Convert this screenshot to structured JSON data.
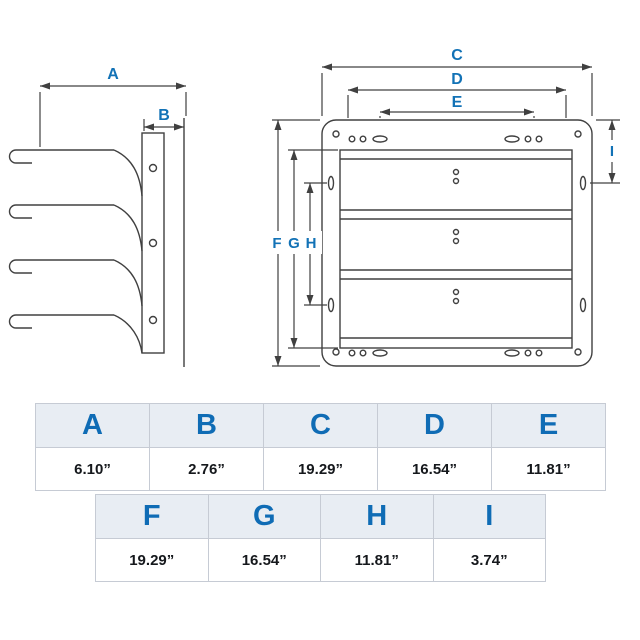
{
  "page": {
    "background": "#ffffff",
    "description": "Shutter / louver dimension diagram with side view, front view and dimension table"
  },
  "colors": {
    "dimension_label_blue": "#1272b6",
    "drawing_line": "#404040",
    "table_header_bg": "#e8edf3",
    "table_header_text": "#0f6cb5",
    "table_border": "#c6cbd4",
    "value_text": "#15181c"
  },
  "drawing": {
    "type": "technical-dimension-diagram",
    "views": [
      "side-view",
      "front-view"
    ],
    "labels": {
      "A": "A",
      "B": "B",
      "C": "C",
      "D": "D",
      "E": "E",
      "F": "F",
      "G": "G",
      "H": "H",
      "I": "I"
    }
  },
  "dimension_table": {
    "upper": {
      "headers": [
        "A",
        "B",
        "C",
        "D",
        "E"
      ],
      "values": [
        "6.10”",
        "2.76”",
        "19.29”",
        "16.54”",
        "11.81”"
      ]
    },
    "lower": {
      "headers": [
        "F",
        "G",
        "H",
        "I"
      ],
      "values": [
        "19.29”",
        "16.54”",
        "11.81”",
        "3.74”"
      ]
    }
  }
}
